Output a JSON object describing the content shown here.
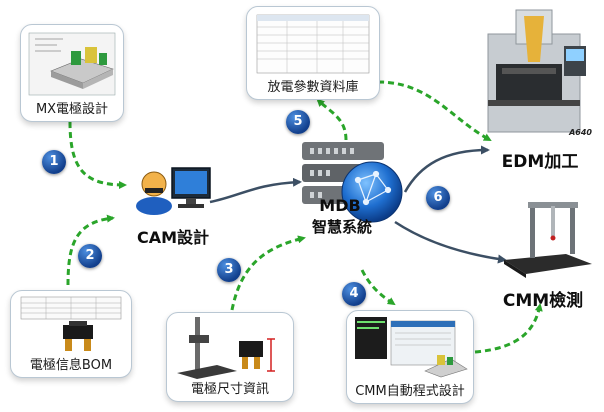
{
  "nodes": {
    "mx_design": "MX電極設計",
    "cam": "CAM設計",
    "bom": "電極信息BOM",
    "size": "電極尺寸資訊",
    "params": "放電參數資料庫",
    "mdb_line1": "MDB",
    "mdb_line2": "智慧系統",
    "cmm_program": "CMM自動程式設計",
    "edm": "EDM加工",
    "cmm": "CMM檢測",
    "machine_model": "A640"
  },
  "steps": [
    "1",
    "2",
    "3",
    "4",
    "5",
    "6"
  ],
  "colors": {
    "dashed_arrow": "#2aa52a",
    "solid_arrow": "#3c4f64",
    "step_badge": "#1a4f9c"
  }
}
